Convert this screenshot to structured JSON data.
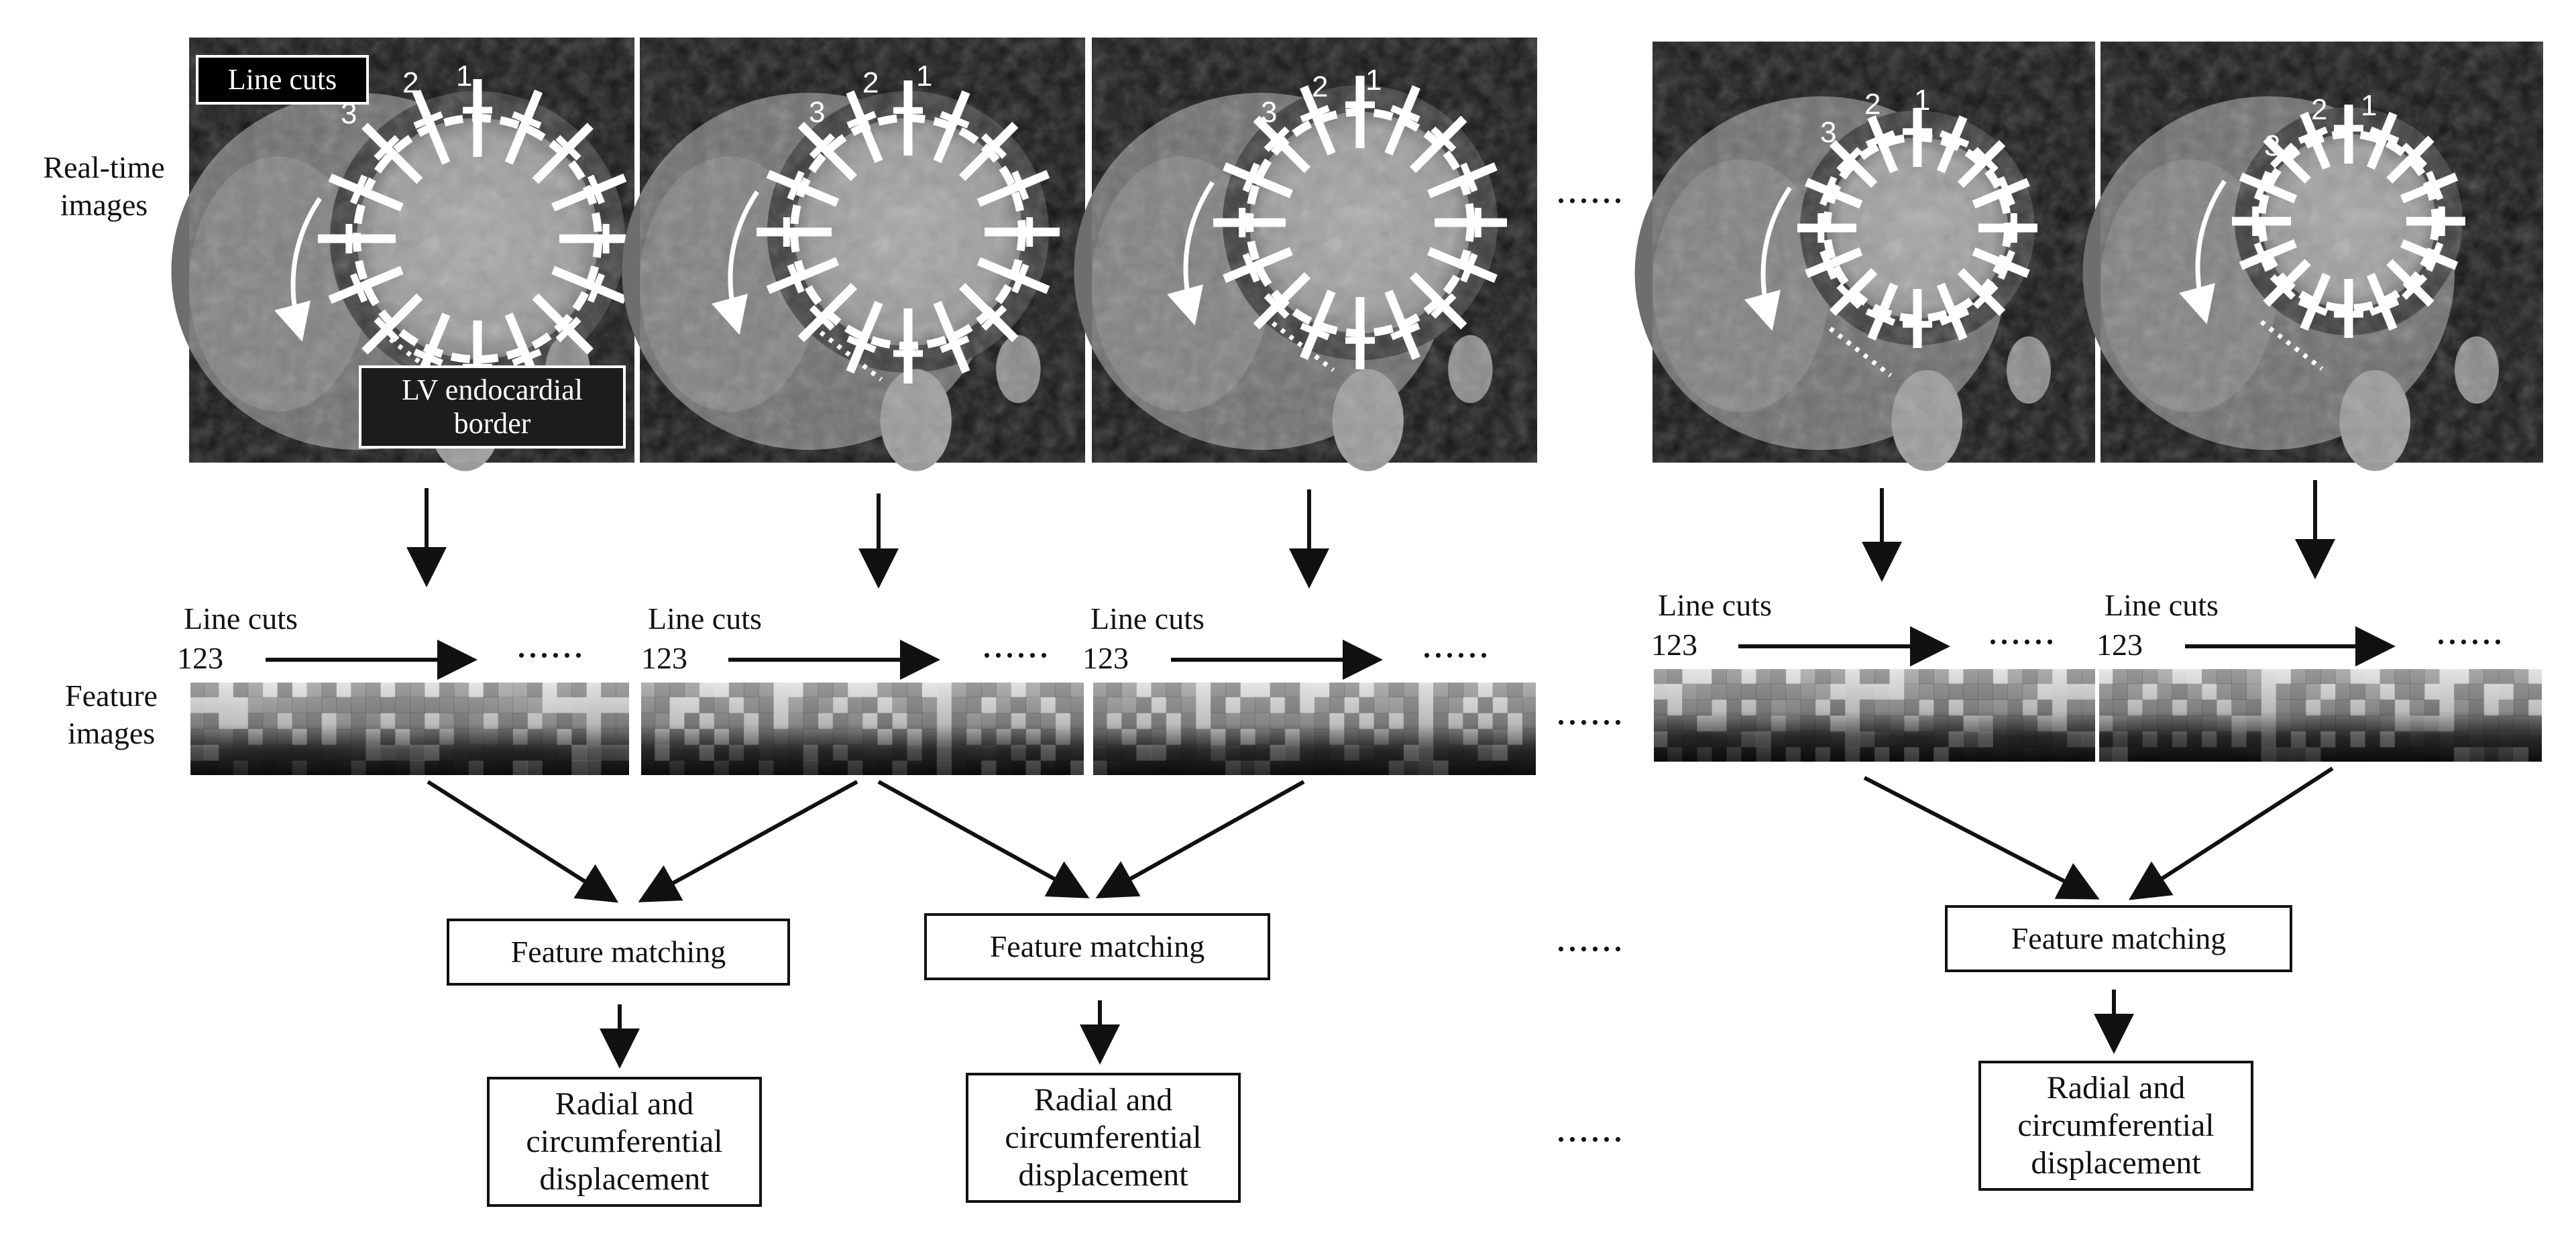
{
  "labels": {
    "realtime_images": "Real-time\nimages",
    "feature_images": "Feature\nimages"
  },
  "callouts": {
    "line_cuts": "Line cuts",
    "endo_border": "LV endocardial\nborder"
  },
  "frame_numbers": [
    "3",
    "2",
    "1"
  ],
  "line_cuts_label": "Line cuts",
  "line_cuts_index": "123",
  "ellipsis": "......",
  "feature_matching": "Feature matching",
  "displacement": "Radial and\ncircumferential\ndisplacement",
  "colors": {
    "stroke": "#111111",
    "marker": "#ffffff",
    "mri_dark": "#141414"
  },
  "icons": [
    "arrow-down-icon",
    "arrow-right-icon",
    "curved-arrow-icon"
  ]
}
